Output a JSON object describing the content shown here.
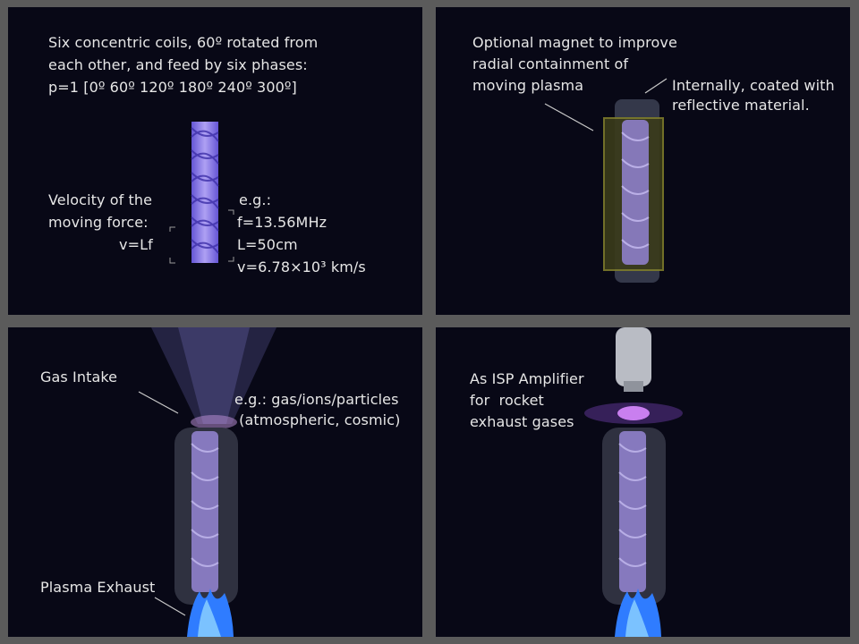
{
  "panel_coils": {
    "description_lines": [
      "Six concentric coils, 60º rotated from",
      "each other, and feed by six phases:",
      "p=1 [0º 60º 120º 180º 240º 300º]"
    ],
    "velocity_lines": [
      "Velocity of the",
      "moving force:"
    ],
    "formula": "v=Lf",
    "example_lines": [
      "e.g.:",
      "f=13.56MHz",
      "L=50cm",
      "v=6.78×10³ km/s"
    ]
  },
  "panel_magnet": {
    "magnet_lines": [
      "Optional magnet to improve",
      "radial containment of",
      "moving plasma"
    ],
    "coating_lines": [
      "Internally, coated with",
      "reflective material."
    ]
  },
  "panel_intake": {
    "gas_intake": "Gas Intake",
    "particles_lines": [
      "e.g.: gas/ions/particles",
      " (atmospheric, cosmic)"
    ],
    "plasma_exhaust": "Plasma Exhaust"
  },
  "panel_isp": {
    "isp_lines": [
      "As ISP Amplifier",
      "for  rocket",
      "exhaust gases"
    ]
  }
}
